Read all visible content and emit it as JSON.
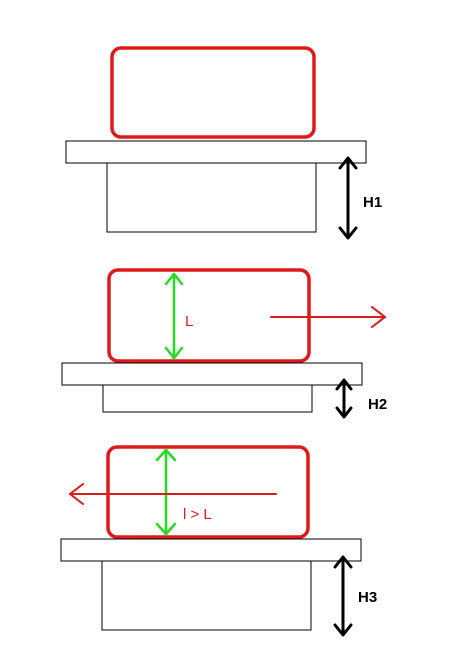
{
  "labels": {
    "h1": "H1",
    "h2": "H2",
    "h3": "H3",
    "length": "L",
    "length_compare": "l > L"
  },
  "colors": {
    "block": "#dd1a1a",
    "dimension": "#22dd22",
    "height_arrow": "#000000",
    "motion_arrow": "#dd1a1a"
  },
  "motion": {
    "panel2": "right",
    "panel3": "left"
  }
}
